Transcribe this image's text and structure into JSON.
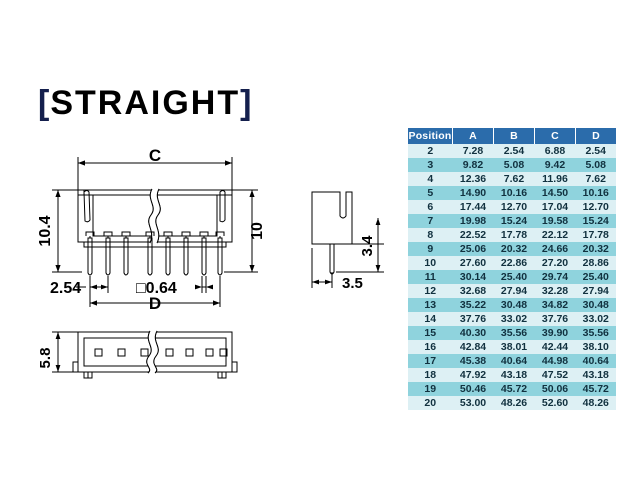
{
  "title": {
    "bracket_left": "[",
    "text": "STRAIGHT",
    "bracket_right": "]",
    "bracket_color": "#141f4d",
    "text_color": "#000000"
  },
  "drawings": {
    "front_view": {
      "name": "front-view",
      "dimensions": {
        "overall_top": "C",
        "pitch_span": "D",
        "height_left": "10.4",
        "height_right": "10",
        "pitch": "2.54",
        "pin_section": "□0.64"
      },
      "pin_count": 8
    },
    "side_view": {
      "name": "side-view",
      "dimensions": {
        "height": "3.4",
        "width": "3.5"
      }
    },
    "bottom_view": {
      "name": "bottom-view",
      "dimensions": {
        "height": "5.8"
      },
      "hole_count": 7
    }
  },
  "table": {
    "header_bg": "#2b6cab",
    "header_fg": "#ffffff",
    "band_light": "#ddf0f4",
    "band_dark": "#8fd3dd",
    "columns": [
      "Position",
      "A",
      "B",
      "C",
      "D"
    ],
    "rows": [
      [
        "2",
        "7.28",
        "2.54",
        "6.88",
        "2.54"
      ],
      [
        "3",
        "9.82",
        "5.08",
        "9.42",
        "5.08"
      ],
      [
        "4",
        "12.36",
        "7.62",
        "11.96",
        "7.62"
      ],
      [
        "5",
        "14.90",
        "10.16",
        "14.50",
        "10.16"
      ],
      [
        "6",
        "17.44",
        "12.70",
        "17.04",
        "12.70"
      ],
      [
        "7",
        "19.98",
        "15.24",
        "19.58",
        "15.24"
      ],
      [
        "8",
        "22.52",
        "17.78",
        "22.12",
        "17.78"
      ],
      [
        "9",
        "25.06",
        "20.32",
        "24.66",
        "20.32"
      ],
      [
        "10",
        "27.60",
        "22.86",
        "27.20",
        "28.86"
      ],
      [
        "11",
        "30.14",
        "25.40",
        "29.74",
        "25.40"
      ],
      [
        "12",
        "32.68",
        "27.94",
        "32.28",
        "27.94"
      ],
      [
        "13",
        "35.22",
        "30.48",
        "34.82",
        "30.48"
      ],
      [
        "14",
        "37.76",
        "33.02",
        "37.76",
        "33.02"
      ],
      [
        "15",
        "40.30",
        "35.56",
        "39.90",
        "35.56"
      ],
      [
        "16",
        "42.84",
        "38.01",
        "42.44",
        "38.10"
      ],
      [
        "17",
        "45.38",
        "40.64",
        "44.98",
        "40.64"
      ],
      [
        "18",
        "47.92",
        "43.18",
        "47.52",
        "43.18"
      ],
      [
        "19",
        "50.46",
        "45.72",
        "50.06",
        "45.72"
      ],
      [
        "20",
        "53.00",
        "48.26",
        "52.60",
        "48.26"
      ]
    ]
  }
}
